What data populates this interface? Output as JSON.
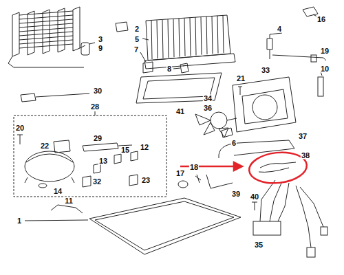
{
  "diagram": {
    "labels": [
      "16",
      "2",
      "5",
      "4",
      "3",
      "9",
      "7",
      "8",
      "19",
      "10",
      "21",
      "33",
      "41",
      "30",
      "34",
      "36",
      "6",
      "28",
      "37",
      "38",
      "20",
      "22",
      "29",
      "15",
      "12",
      "13",
      "17",
      "18",
      "14",
      "32",
      "23",
      "39",
      "40",
      "11",
      "1",
      "35"
    ]
  }
}
